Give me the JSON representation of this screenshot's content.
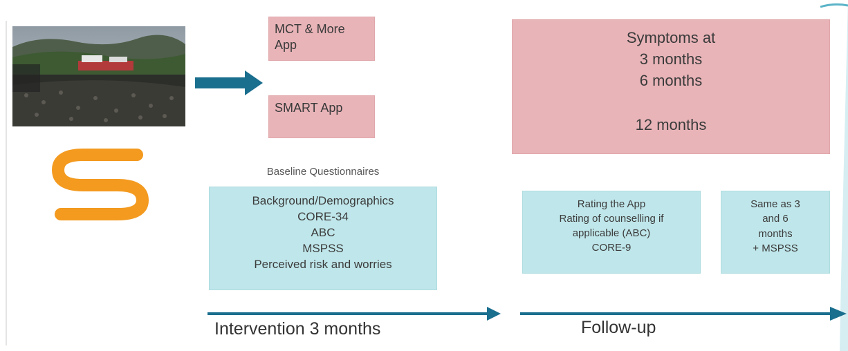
{
  "intervention_apps": {
    "app1": "MCT & More App",
    "app2": "SMART App"
  },
  "symptoms": {
    "title": "Symptoms at",
    "line1": "3 months",
    "line2": "6 months",
    "line3": "12 months"
  },
  "baseline": {
    "title": "Baseline Questionnaires",
    "items": [
      "Background/Demographics",
      "CORE-34",
      "ABC",
      "MSPSS",
      "Perceived risk and worries"
    ]
  },
  "followup_3_6": {
    "items": [
      "Rating the App",
      "Rating of counselling if",
      "applicable (ABC)",
      "CORE-9"
    ]
  },
  "followup_12": {
    "items": [
      "Same as 3",
      "and 6",
      "months",
      "+ MSPSS"
    ]
  },
  "timeline": {
    "phase1": "Intervention 3 months",
    "phase2": "Follow-up"
  },
  "colors": {
    "pink_box": "#e8b4b8",
    "blue_box": "#bfe6ea",
    "arrow": "#1a6e8e",
    "logo_orange": "#f39a1f"
  }
}
